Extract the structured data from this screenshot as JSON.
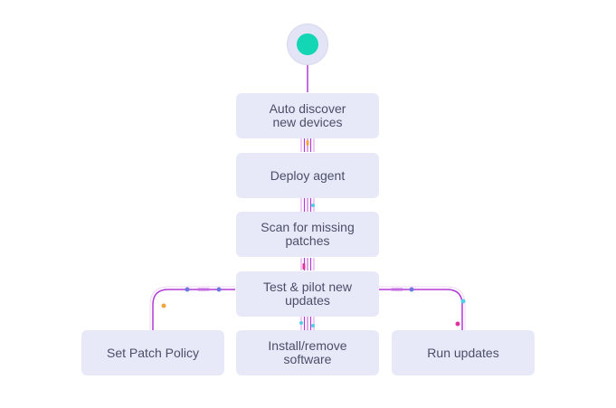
{
  "flow": {
    "start": {
      "icon": "start-dot-icon"
    },
    "steps": [
      {
        "label": "Auto discover\nnew devices"
      },
      {
        "label": "Deploy agent"
      },
      {
        "label": "Scan for missing\npatches"
      },
      {
        "label": "Test & pilot new\nupdates"
      }
    ],
    "branches": [
      {
        "label": "Set Patch Policy"
      },
      {
        "label": "Install/remove\nsoftware"
      },
      {
        "label": "Run updates"
      }
    ]
  },
  "colors": {
    "node_fill": "#e8e9f8",
    "node_text": "#4b4e69",
    "start_fill": "#12d6b4",
    "line_primary": "#b03ad8",
    "line_pink": "#e0359a",
    "accent_orange": "#f3a43d",
    "accent_cyan": "#4fd0e6",
    "accent_blue": "#6c7ae0"
  }
}
